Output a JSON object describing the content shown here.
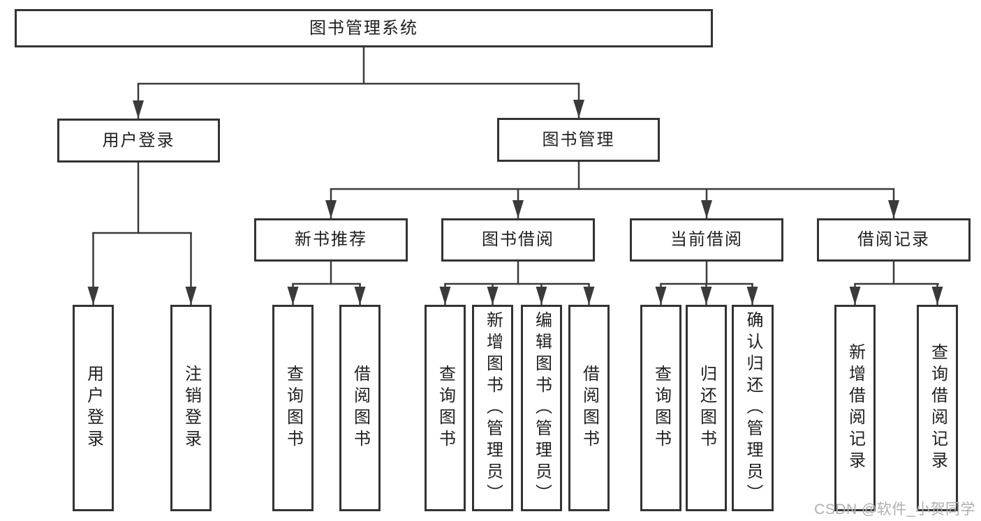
{
  "diagram": {
    "root": {
      "label": "图书管理系统",
      "children": [
        {
          "label": "用户登录",
          "children": [
            {
              "label": "用户登录"
            },
            {
              "label": "注销登录"
            }
          ]
        },
        {
          "label": "图书管理",
          "children": [
            {
              "label": "新书推荐",
              "children": [
                {
                  "label": "查询图书"
                },
                {
                  "label": "借阅图书"
                }
              ]
            },
            {
              "label": "图书借阅",
              "children": [
                {
                  "label": "查询图书"
                },
                {
                  "label": "新增图书（管理员）"
                },
                {
                  "label": "编辑图书（管理员）"
                },
                {
                  "label": "借阅图书"
                }
              ]
            },
            {
              "label": "当前借阅",
              "children": [
                {
                  "label": "查询图书"
                },
                {
                  "label": "归还图书"
                },
                {
                  "label": "确认归还（管理员）"
                }
              ]
            },
            {
              "label": "借阅记录",
              "children": [
                {
                  "label": "新增借阅记录"
                },
                {
                  "label": "查询借阅记录"
                }
              ]
            }
          ]
        }
      ]
    },
    "colors": {
      "line": "#3a3a3a",
      "text": "#1f1f1f",
      "background": "#ffffff",
      "watermark": "#b1aeae"
    }
  },
  "watermark": {
    "text": "CSDN @软件_小贺同学"
  }
}
